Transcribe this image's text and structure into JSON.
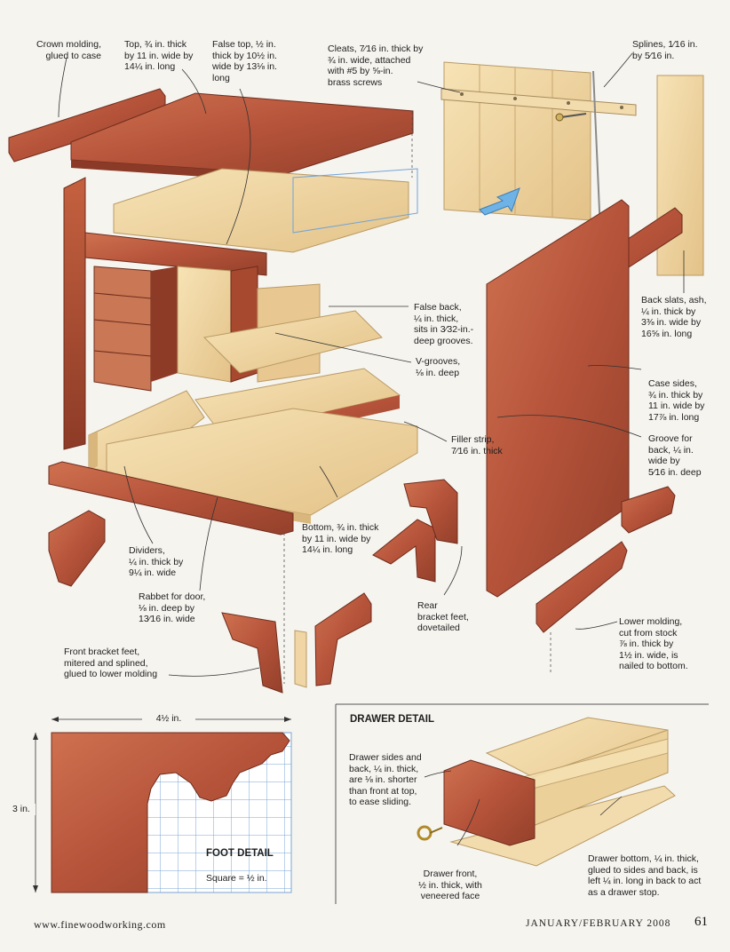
{
  "labels": {
    "crown_molding": "Crown molding,\nglued to case",
    "top": "Top, ¾ in. thick\nby 11 in. wide by\n14¼ in. long",
    "false_top": "False top, ½ in.\nthick by 10½ in.\nwide by 13⅛ in.\nlong",
    "cleats": "Cleats, 7⁄16 in. thick by\n¾ in. wide, attached\nwith #5 by ⅝-in.\nbrass screws",
    "splines": "Splines, 1⁄16 in.\nby 5⁄16 in.",
    "back_slats": "Back slats, ash,\n¼ in. thick by\n3⅜ in. wide by\n16⅝ in. long",
    "false_back": "False back,\n¼ in. thick,\nsits in 3⁄32-in.-\ndeep grooves.",
    "v_grooves": "V-grooves,\n⅛ in. deep",
    "case_sides": "Case sides,\n¾ in. thick by\n11 in. wide by\n17⅞ in. long",
    "groove_back": "Groove for\nback, ¼ in.\nwide by\n5⁄16 in. deep",
    "filler_strip": "Filler strip,\n7⁄16 in. thick",
    "bottom": "Bottom, ¾ in. thick\nby 11 in. wide by\n14¼ in. long",
    "dividers": "Dividers,\n¼ in. thick by\n9¼ in. wide",
    "rabbet_door": "Rabbet for door,\n⅛ in. deep by\n13⁄16 in. wide",
    "rear_feet": "Rear\nbracket feet,\ndovetailed",
    "lower_molding": "Lower molding,\ncut from stock\n⅞ in. thick by\n1½ in. wide, is\nnailed to bottom.",
    "front_feet": "Front bracket feet,\nmitered and splined,\nglued to lower molding"
  },
  "foot_detail": {
    "title": "FOOT DETAIL",
    "square": "Square = ½ in.",
    "width_dim": "4½ in.",
    "height_dim": "3 in."
  },
  "drawer_detail": {
    "title": "DRAWER DETAIL",
    "sides": "Drawer sides and\nback, ¼ in. thick,\nare ⅛ in. shorter\nthan front at top,\nto ease sliding.",
    "front": "Drawer front,\n½ in. thick, with\nveneered face",
    "bottom": "Drawer bottom, ¼ in. thick,\nglued to sides and back, is\nleft ¼ in. long in back to act\nas a drawer stop."
  },
  "footer": {
    "website": "www.finewoodworking.com",
    "issue": "JANUARY/FEBRUARY 2008",
    "page": "61"
  },
  "colors": {
    "cherry": "#b5533a",
    "cherry_dark": "#8a3a26",
    "cherry_light": "#cf7150",
    "maple": "#f0d6a4",
    "maple_dark": "#d9b77c",
    "grid_blue": "#7aa5d6",
    "arrow_blue": "#6fb2e6"
  }
}
